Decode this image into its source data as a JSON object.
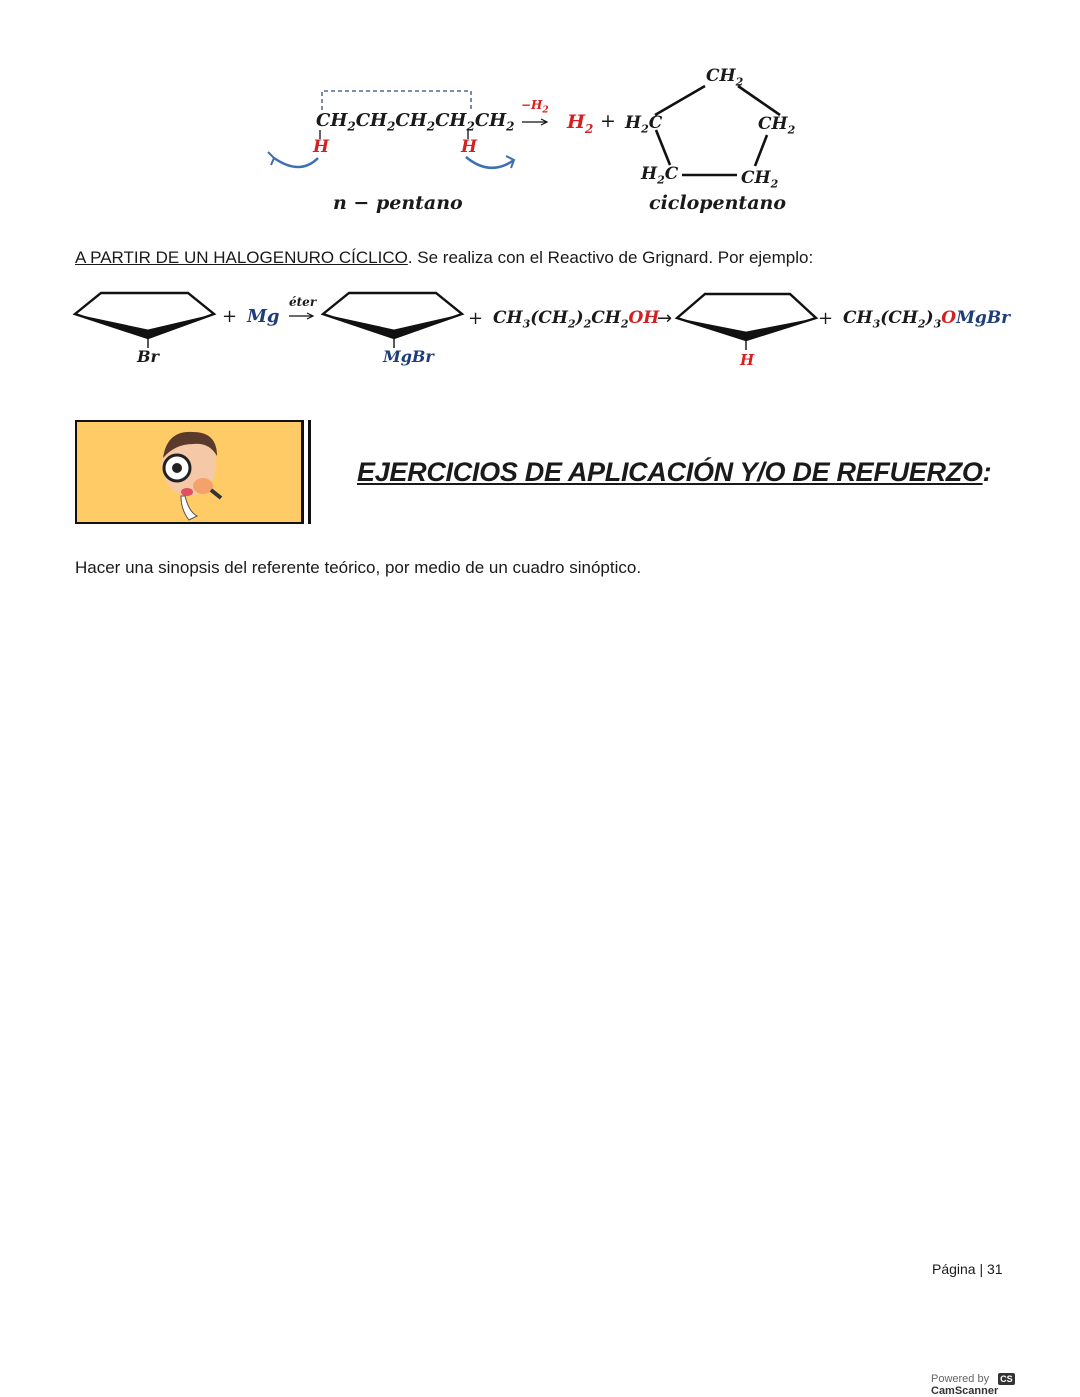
{
  "reaction1": {
    "chain_parts": [
      "CH",
      "2",
      "CH",
      "2",
      "CH",
      "2",
      "CH",
      "2",
      "CH",
      "2"
    ],
    "h_left": "H",
    "h_right": "H",
    "arrow_label": "−H",
    "arrow_label_sub": "2",
    "product_h2": "H",
    "product_h2_sub": "2",
    "plus": "+",
    "ring": {
      "top": "CH",
      "top_sub": "2",
      "left": "H",
      "left_sub": "2",
      "left_c": "C",
      "right": "CH",
      "right_sub": "2",
      "bottom_left": "H",
      "bottom_left_sub": "2",
      "bottom_left_c": "C",
      "bottom_right": "CH",
      "bottom_right_sub": "2"
    },
    "label_left": "n − pentano",
    "label_right": "ciclopentano"
  },
  "section": {
    "title": "A PARTIR DE UN HALOGENURO CÍCLICO",
    "text": ". Se realiza con el Reactivo de Grignard. Por ejemplo:"
  },
  "reaction2": {
    "sub1": "Br",
    "plus1": "+",
    "mg": "Mg",
    "arrow_label": "éter",
    "sub2": "MgBr",
    "plus2": "+",
    "reagent_pre": "CH",
    "reagent_s1": "3",
    "reagent_mid": "(CH",
    "reagent_s2": "2",
    "reagent_mid2": ")",
    "reagent_s3": "2",
    "reagent_mid3": "CH",
    "reagent_s4": "2",
    "reagent_oh": "OH",
    "arrow": "→",
    "sub3": "H",
    "plus3": "+",
    "byproduct_pre": "CH",
    "byproduct_s1": "3",
    "byproduct_mid": "(CH",
    "byproduct_s2": "2",
    "byproduct_mid2": ")",
    "byproduct_s3": "3",
    "byproduct_o": "O",
    "byproduct_mgbr": "MgBr"
  },
  "exercises": {
    "heading": "EJERCICIOS DE APLICACIÓN Y/O DE REFUERZO",
    "heading_colon": ":",
    "instruction": "Hacer una sinopsis del referente teórico, por medio de un cuadro sinóptico."
  },
  "footer": {
    "page_label": "Página | 31",
    "powered_by": "Powered by",
    "badge": "CS",
    "brand": "CamScanner"
  }
}
